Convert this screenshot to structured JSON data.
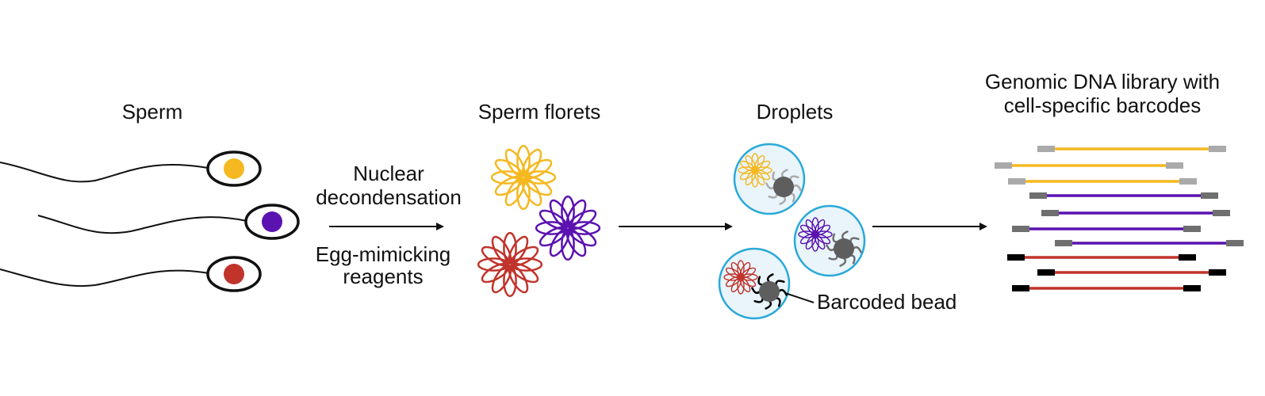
{
  "labels": {
    "sperm": "Sperm",
    "florets": "Sperm florets",
    "droplets": "Droplets",
    "library_line1": "Genomic DNA library with",
    "library_line2": "cell-specific barcodes",
    "step1_top_line1": "Nuclear",
    "step1_top_line2": "decondensation",
    "step1_bottom_line1": "Egg-mimicking",
    "step1_bottom_line2": "reagents",
    "bead": "Barcoded bead"
  },
  "colors": {
    "yellow": "#f5b820",
    "purple": "#5a12b0",
    "red": "#c0342c",
    "droplet_ring": "#2aa9d8",
    "droplet_fill": "#e9f4fb",
    "bead": "#5e5e5e",
    "barcode_light": "#aaaaaa",
    "barcode_mid": "#6f6f6f",
    "barcode_dark": "#000000"
  },
  "library_strands": [
    {
      "color": "purple_to_yellow",
      "series": "yellow",
      "barcode": "light"
    },
    {
      "series": "yellow",
      "barcode": "light"
    },
    {
      "series": "yellow",
      "barcode": "light"
    },
    {
      "series": "purple",
      "barcode": "mid"
    },
    {
      "series": "purple",
      "barcode": "mid"
    },
    {
      "series": "purple",
      "barcode": "mid"
    },
    {
      "series": "purple",
      "barcode": "mid"
    },
    {
      "series": "red",
      "barcode": "dark"
    },
    {
      "series": "red",
      "barcode": "dark"
    },
    {
      "series": "red",
      "barcode": "dark"
    }
  ]
}
